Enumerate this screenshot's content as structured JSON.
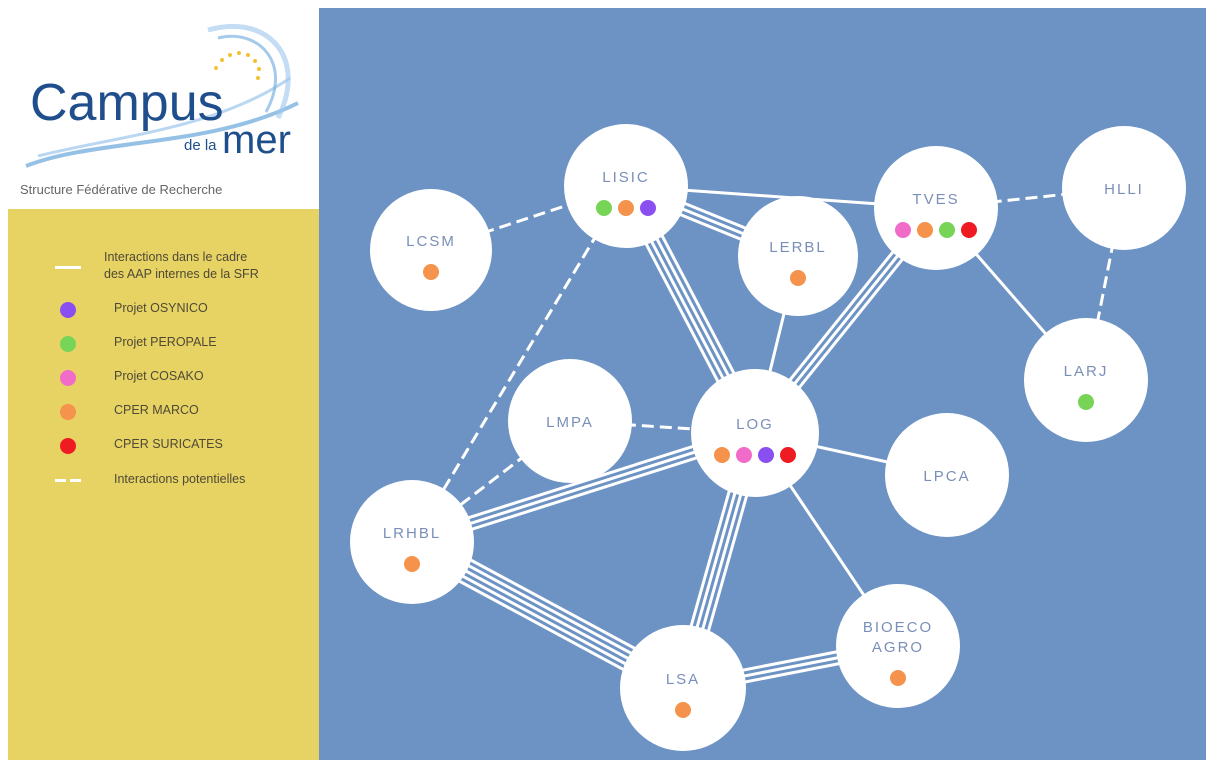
{
  "logo": {
    "word1": "Campus",
    "word2": "de la",
    "word3": "mer"
  },
  "subtitle": "Structure Fédérative de Recherche",
  "legend": [
    {
      "symbol": "solid",
      "label": "Interactions dans le cadre\ndes AAP internes de la SFR"
    },
    {
      "symbol": "dot",
      "color": "#8a4ff0",
      "label": "Projet OSYNICO"
    },
    {
      "symbol": "dot",
      "color": "#77d457",
      "label": "Projet PEROPALE"
    },
    {
      "symbol": "dot",
      "color": "#f06cc8",
      "label": "Projet COSAKO"
    },
    {
      "symbol": "dot",
      "color": "#f5924b",
      "label": "CPER MARCO"
    },
    {
      "symbol": "dot",
      "color": "#ee1c22",
      "label": "CPER SURICATES"
    },
    {
      "symbol": "dashed",
      "label": "Interactions  potentielles"
    }
  ],
  "nodes": [
    {
      "id": "LISIC",
      "label": "LISIC",
      "dots": [
        "green",
        "orange",
        "purple"
      ]
    },
    {
      "id": "LCSM",
      "label": "LCSM",
      "dots": [
        "orange"
      ]
    },
    {
      "id": "LERBL",
      "label": "LERBL",
      "dots": [
        "orange"
      ]
    },
    {
      "id": "TVES",
      "label": "TVES",
      "dots": [
        "pink",
        "orange",
        "green",
        "red"
      ]
    },
    {
      "id": "HLLI",
      "label": "HLLI",
      "dots": []
    },
    {
      "id": "LARJ",
      "label": "LARJ",
      "dots": [
        "green"
      ]
    },
    {
      "id": "LMPA",
      "label": "LMPA",
      "dots": []
    },
    {
      "id": "LOG",
      "label": "LOG",
      "dots": [
        "orange",
        "pink",
        "purple",
        "red"
      ]
    },
    {
      "id": "LPCA",
      "label": "LPCA",
      "dots": []
    },
    {
      "id": "LRHBL",
      "label": "LRHBL",
      "dots": [
        "orange"
      ]
    },
    {
      "id": "BIOECO",
      "label": "BIOECO\nAGRO",
      "dots": [
        "orange"
      ]
    },
    {
      "id": "LSA",
      "label": "LSA",
      "dots": [
        "orange"
      ]
    }
  ],
  "edges": [
    {
      "from": "LCSM",
      "to": "LISIC",
      "type": "dashed",
      "count": 1
    },
    {
      "from": "LISIC",
      "to": "TVES",
      "type": "solid",
      "count": 1
    },
    {
      "from": "LISIC",
      "to": "LERBL",
      "type": "solid",
      "count": 3
    },
    {
      "from": "LISIC",
      "to": "LOG",
      "type": "solid",
      "count": 4
    },
    {
      "from": "LISIC",
      "to": "LRHBL",
      "type": "dashed",
      "count": 1
    },
    {
      "from": "TVES",
      "to": "HLLI",
      "type": "dashed",
      "count": 1
    },
    {
      "from": "TVES",
      "to": "LARJ",
      "type": "solid",
      "count": 1
    },
    {
      "from": "TVES",
      "to": "LOG",
      "type": "solid",
      "count": 3
    },
    {
      "from": "HLLI",
      "to": "LARJ",
      "type": "dashed",
      "count": 1
    },
    {
      "from": "LERBL",
      "to": "LOG",
      "type": "solid",
      "count": 1
    },
    {
      "from": "LMPA",
      "to": "LOG",
      "type": "dashed",
      "count": 1
    },
    {
      "from": "LMPA",
      "to": "LRHBL",
      "type": "dashed",
      "count": 1
    },
    {
      "from": "LOG",
      "to": "LPCA",
      "type": "solid",
      "count": 1
    },
    {
      "from": "LOG",
      "to": "LRHBL",
      "type": "solid",
      "count": 3
    },
    {
      "from": "LOG",
      "to": "LSA",
      "type": "solid",
      "count": 4
    },
    {
      "from": "LOG",
      "to": "BIOECO",
      "type": "solid",
      "count": 1
    },
    {
      "from": "LRHBL",
      "to": "LSA",
      "type": "solid",
      "count": 5
    },
    {
      "from": "LSA",
      "to": "BIOECO",
      "type": "solid",
      "count": 3
    }
  ],
  "dot_colors": {
    "purple": "#8a4ff0",
    "green": "#77d457",
    "pink": "#f06cc8",
    "orange": "#f5924b",
    "red": "#ee1c22"
  },
  "colors": {
    "background": "#6d93c4",
    "legend_bg": "#e7d264",
    "node_fill": "#ffffff",
    "node_text": "#7a8fb8",
    "logo_blue": "#1f4e8c"
  }
}
